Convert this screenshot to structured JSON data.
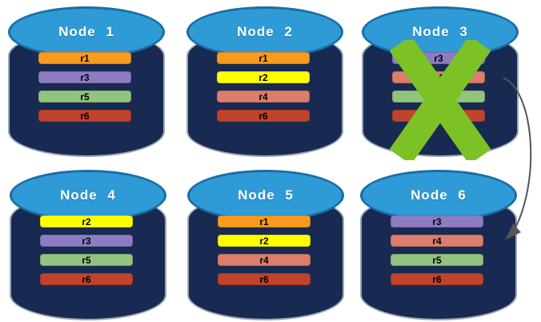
{
  "diagram": {
    "nodes": [
      {
        "label": "Node 1",
        "failed": false,
        "replicas": [
          {
            "label": "r1",
            "color": "#F89B1C"
          },
          {
            "label": "r3",
            "color": "#8E7CC3"
          },
          {
            "label": "r5",
            "color": "#93C47D"
          },
          {
            "label": "r6",
            "color": "#C0432B"
          }
        ]
      },
      {
        "label": "Node 2",
        "failed": false,
        "replicas": [
          {
            "label": "r1",
            "color": "#F89B1C"
          },
          {
            "label": "r2",
            "color": "#FFFF00"
          },
          {
            "label": "r4",
            "color": "#DC7E6B"
          },
          {
            "label": "r6",
            "color": "#C0432B"
          }
        ]
      },
      {
        "label": "Node 3",
        "failed": true,
        "replicas": [
          {
            "label": "r3",
            "color": "#8E7CC3"
          },
          {
            "label": "r4",
            "color": "#DC7E6B"
          },
          {
            "label": "r5",
            "color": "#93C47D"
          },
          {
            "label": "r6",
            "color": "#C0432B"
          }
        ]
      },
      {
        "label": "Node 4",
        "failed": false,
        "replicas": [
          {
            "label": "r2",
            "color": "#FFFF00"
          },
          {
            "label": "r3",
            "color": "#8E7CC3"
          },
          {
            "label": "r5",
            "color": "#93C47D"
          },
          {
            "label": "r6",
            "color": "#C0432B"
          }
        ]
      },
      {
        "label": "Node 5",
        "failed": false,
        "replicas": [
          {
            "label": "r1",
            "color": "#F89B1C"
          },
          {
            "label": "r2",
            "color": "#FFFF00"
          },
          {
            "label": "r4",
            "color": "#DC7E6B"
          },
          {
            "label": "r6",
            "color": "#C0432B"
          }
        ]
      },
      {
        "label": "Node 6",
        "failed": false,
        "replicas": [
          {
            "label": "r3",
            "color": "#8E7CC3"
          },
          {
            "label": "r4",
            "color": "#DC7E6B"
          },
          {
            "label": "r5",
            "color": "#93C47D"
          },
          {
            "label": "r6",
            "color": "#C0432B"
          }
        ]
      }
    ],
    "arrow": {
      "from": "Node 3",
      "to": "Node 6"
    },
    "colors": {
      "background": "#FFFFFF",
      "cylinder_body": "#182A52",
      "cylinder_outline": "#9AA6B8",
      "cylinder_top": "#2E9BD6",
      "cylinder_top_border": "#1B6EA8",
      "node_label_text": "#FFFFFF",
      "replica_label_text": "#000000",
      "failed_x": "#7CC226",
      "arrow": "#555555"
    }
  }
}
